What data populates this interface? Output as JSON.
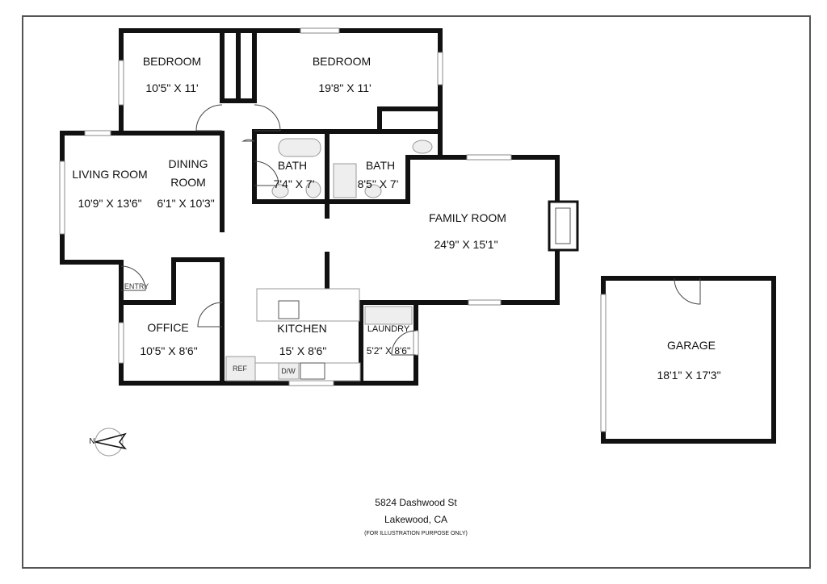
{
  "rooms": {
    "bedroom1": {
      "name": "BEDROOM",
      "size": "10'5\" X 11'"
    },
    "bedroom2": {
      "name": "BEDROOM",
      "size": "19'8\" X 11'"
    },
    "living": {
      "name": "LIVING ROOM",
      "size": "10'9\" X 13'6\""
    },
    "dining": {
      "name1": "DINING",
      "name2": "ROOM",
      "size": "6'1\" X 10'3\""
    },
    "bath1": {
      "name": "BATH",
      "size": "7'4\" X 7'"
    },
    "bath2": {
      "name": "BATH",
      "size": "8'5\" X 7'"
    },
    "family": {
      "name": "FAMILY ROOM",
      "size": "24'9\" X 15'1\""
    },
    "office": {
      "name": "OFFICE",
      "size": "10'5\" X 8'6\""
    },
    "kitchen": {
      "name": "KITCHEN",
      "size": "15' X 8'6\""
    },
    "laundry": {
      "name": "LAUNDRY",
      "size": "5'2\" X 8'6\""
    },
    "garage": {
      "name": "GARAGE",
      "size": "18'1\" X 17'3\""
    }
  },
  "fixtures": {
    "entry": "ENTRY",
    "ref": "REF",
    "dw": "D/W"
  },
  "compass": {
    "label": "N"
  },
  "footer": {
    "address": "5824 Dashwood St",
    "city": "Lakewood, CA",
    "note": "(FOR ILLUSTRATION PURPOSE ONLY)"
  }
}
